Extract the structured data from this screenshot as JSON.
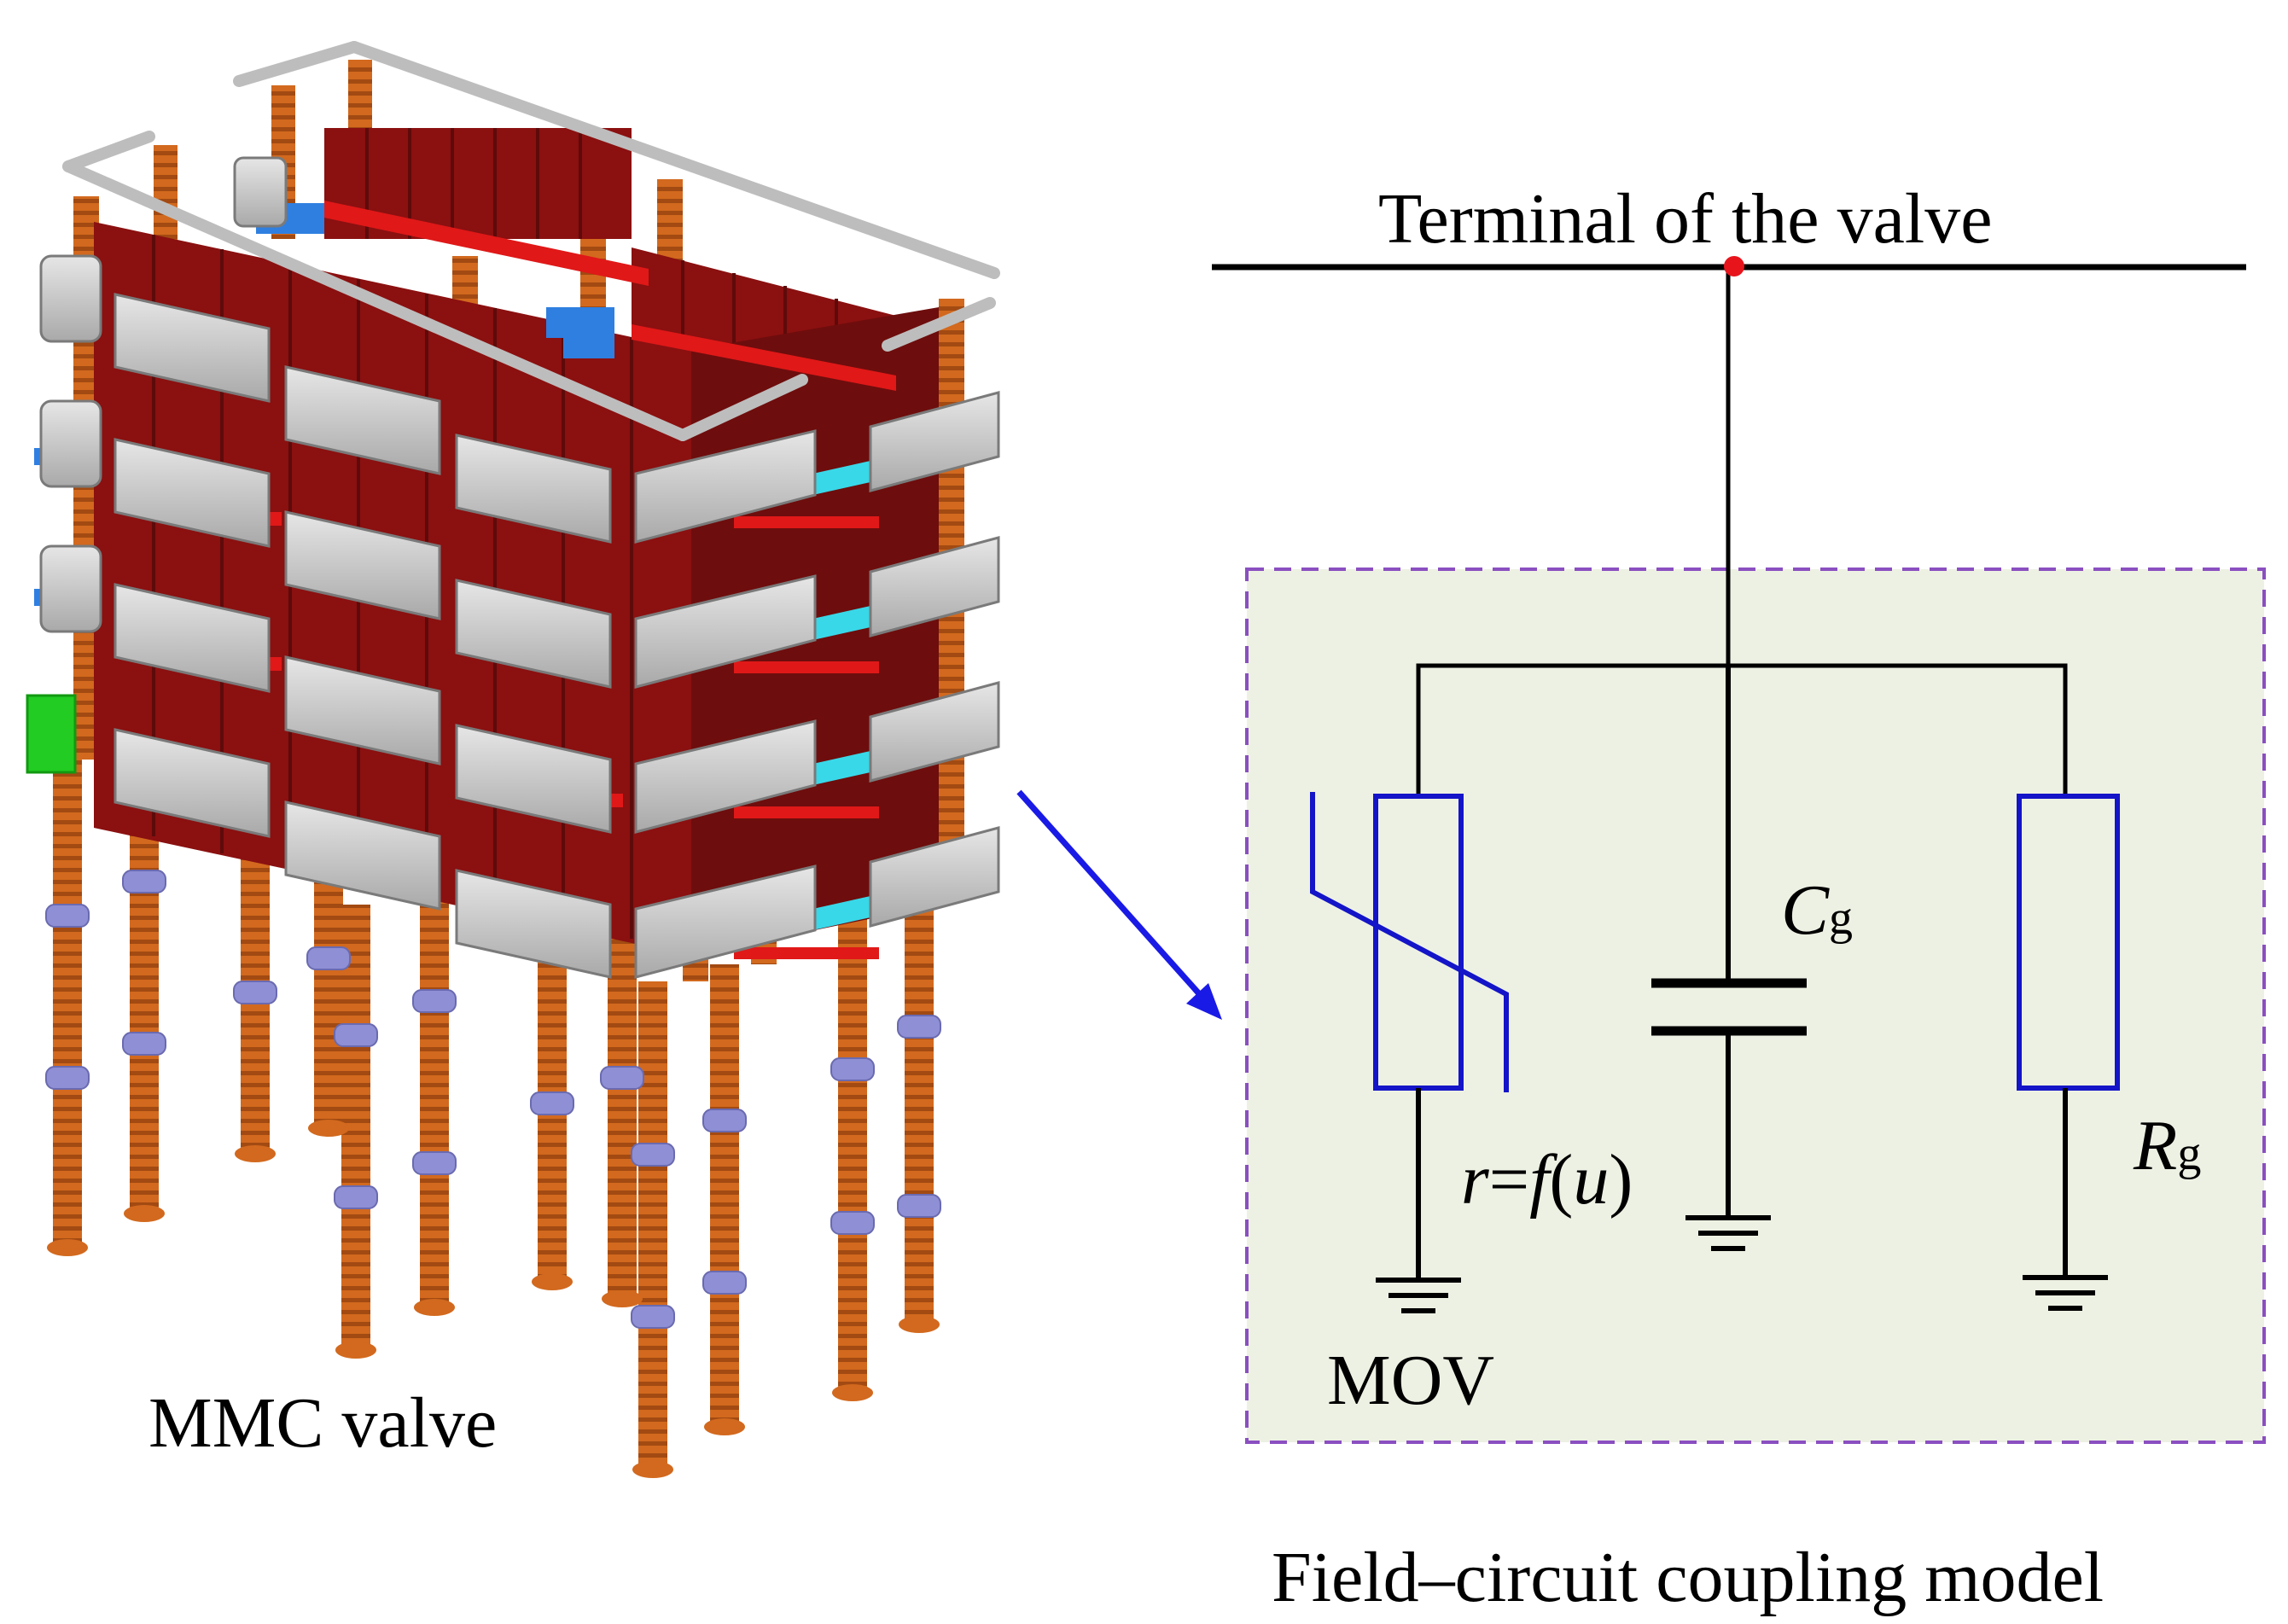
{
  "labels": {
    "mmc_valve": "MMC valve",
    "terminal": "Terminal of the valve",
    "mov": "MOV",
    "model_title": "Field–circuit coupling model",
    "cap_symbol": "C",
    "cap_sub": "g",
    "res_symbol": "R",
    "res_sub": "g",
    "mov_r": "r",
    "mov_eq": "=",
    "mov_f": "f",
    "mov_open": "(",
    "mov_u": "u",
    "mov_close": ")"
  },
  "colors": {
    "wire": "#000000",
    "node_dot": "#e8141c",
    "component_blue": "#1414c8",
    "box_fill": "#edf1e3",
    "box_border": "#8a4fc0",
    "arrow": "#1a1ae6",
    "pillar": "#d2691e",
    "pillar_dark": "#a24a12",
    "ring": "#8f8fd6",
    "module": "#8b1010",
    "module_dark": "#5e0a0a",
    "shield": "#c8c8c8",
    "busbar": "#e01818",
    "connector": "#2f7fe0",
    "cyan_conn": "#38d8e8",
    "green_box": "#22cc22",
    "rail": "#d8d8d8"
  }
}
